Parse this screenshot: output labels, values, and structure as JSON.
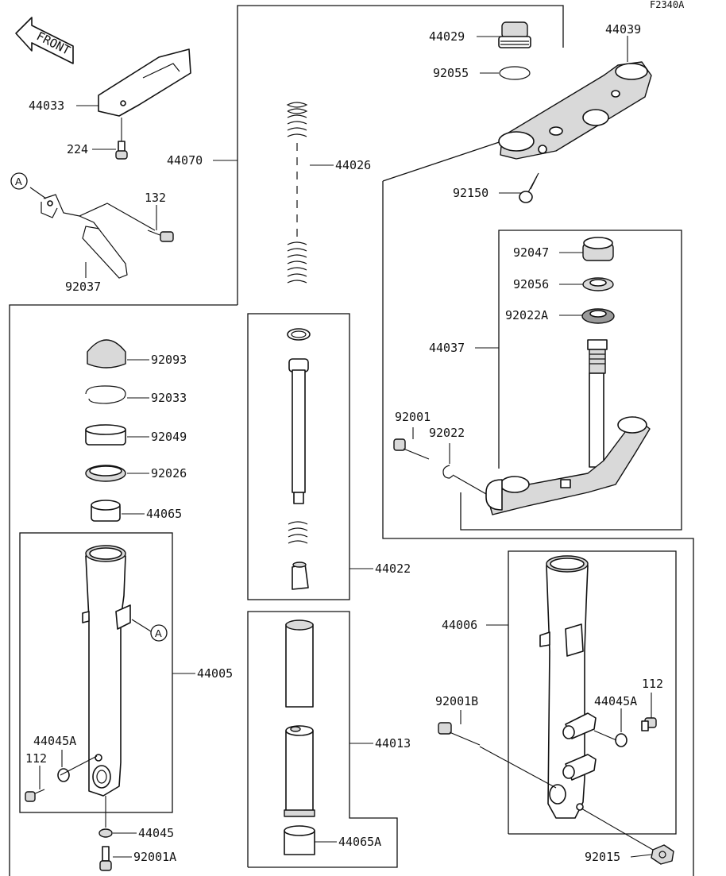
{
  "diagram_code": "F2340A",
  "front_label": "FRONT",
  "ref_mark": "A",
  "parts": {
    "p44029": "44029",
    "p92055": "92055",
    "p44039": "44039",
    "p44033": "44033",
    "p224": "224",
    "p44070": "44070",
    "p44026": "44026",
    "p132": "132",
    "p92037": "92037",
    "p92150": "92150",
    "p92047": "92047",
    "p92056": "92056",
    "p92022A": "92022A",
    "p44037": "44037",
    "p92093": "92093",
    "p92033": "92033",
    "p92049": "92049",
    "p92026": "92026",
    "p44065": "44065",
    "p92001": "92001",
    "p92022": "92022",
    "p44022": "44022",
    "p44006": "44006",
    "p44005": "44005",
    "p112a": "112",
    "p92001B": "92001B",
    "p44045Aa": "44045A",
    "p44013": "44013",
    "p44045Ab": "44045A",
    "p112b": "112",
    "p44045": "44045",
    "p92001A": "92001A",
    "p44065A": "44065A",
    "p92015": "92015"
  }
}
